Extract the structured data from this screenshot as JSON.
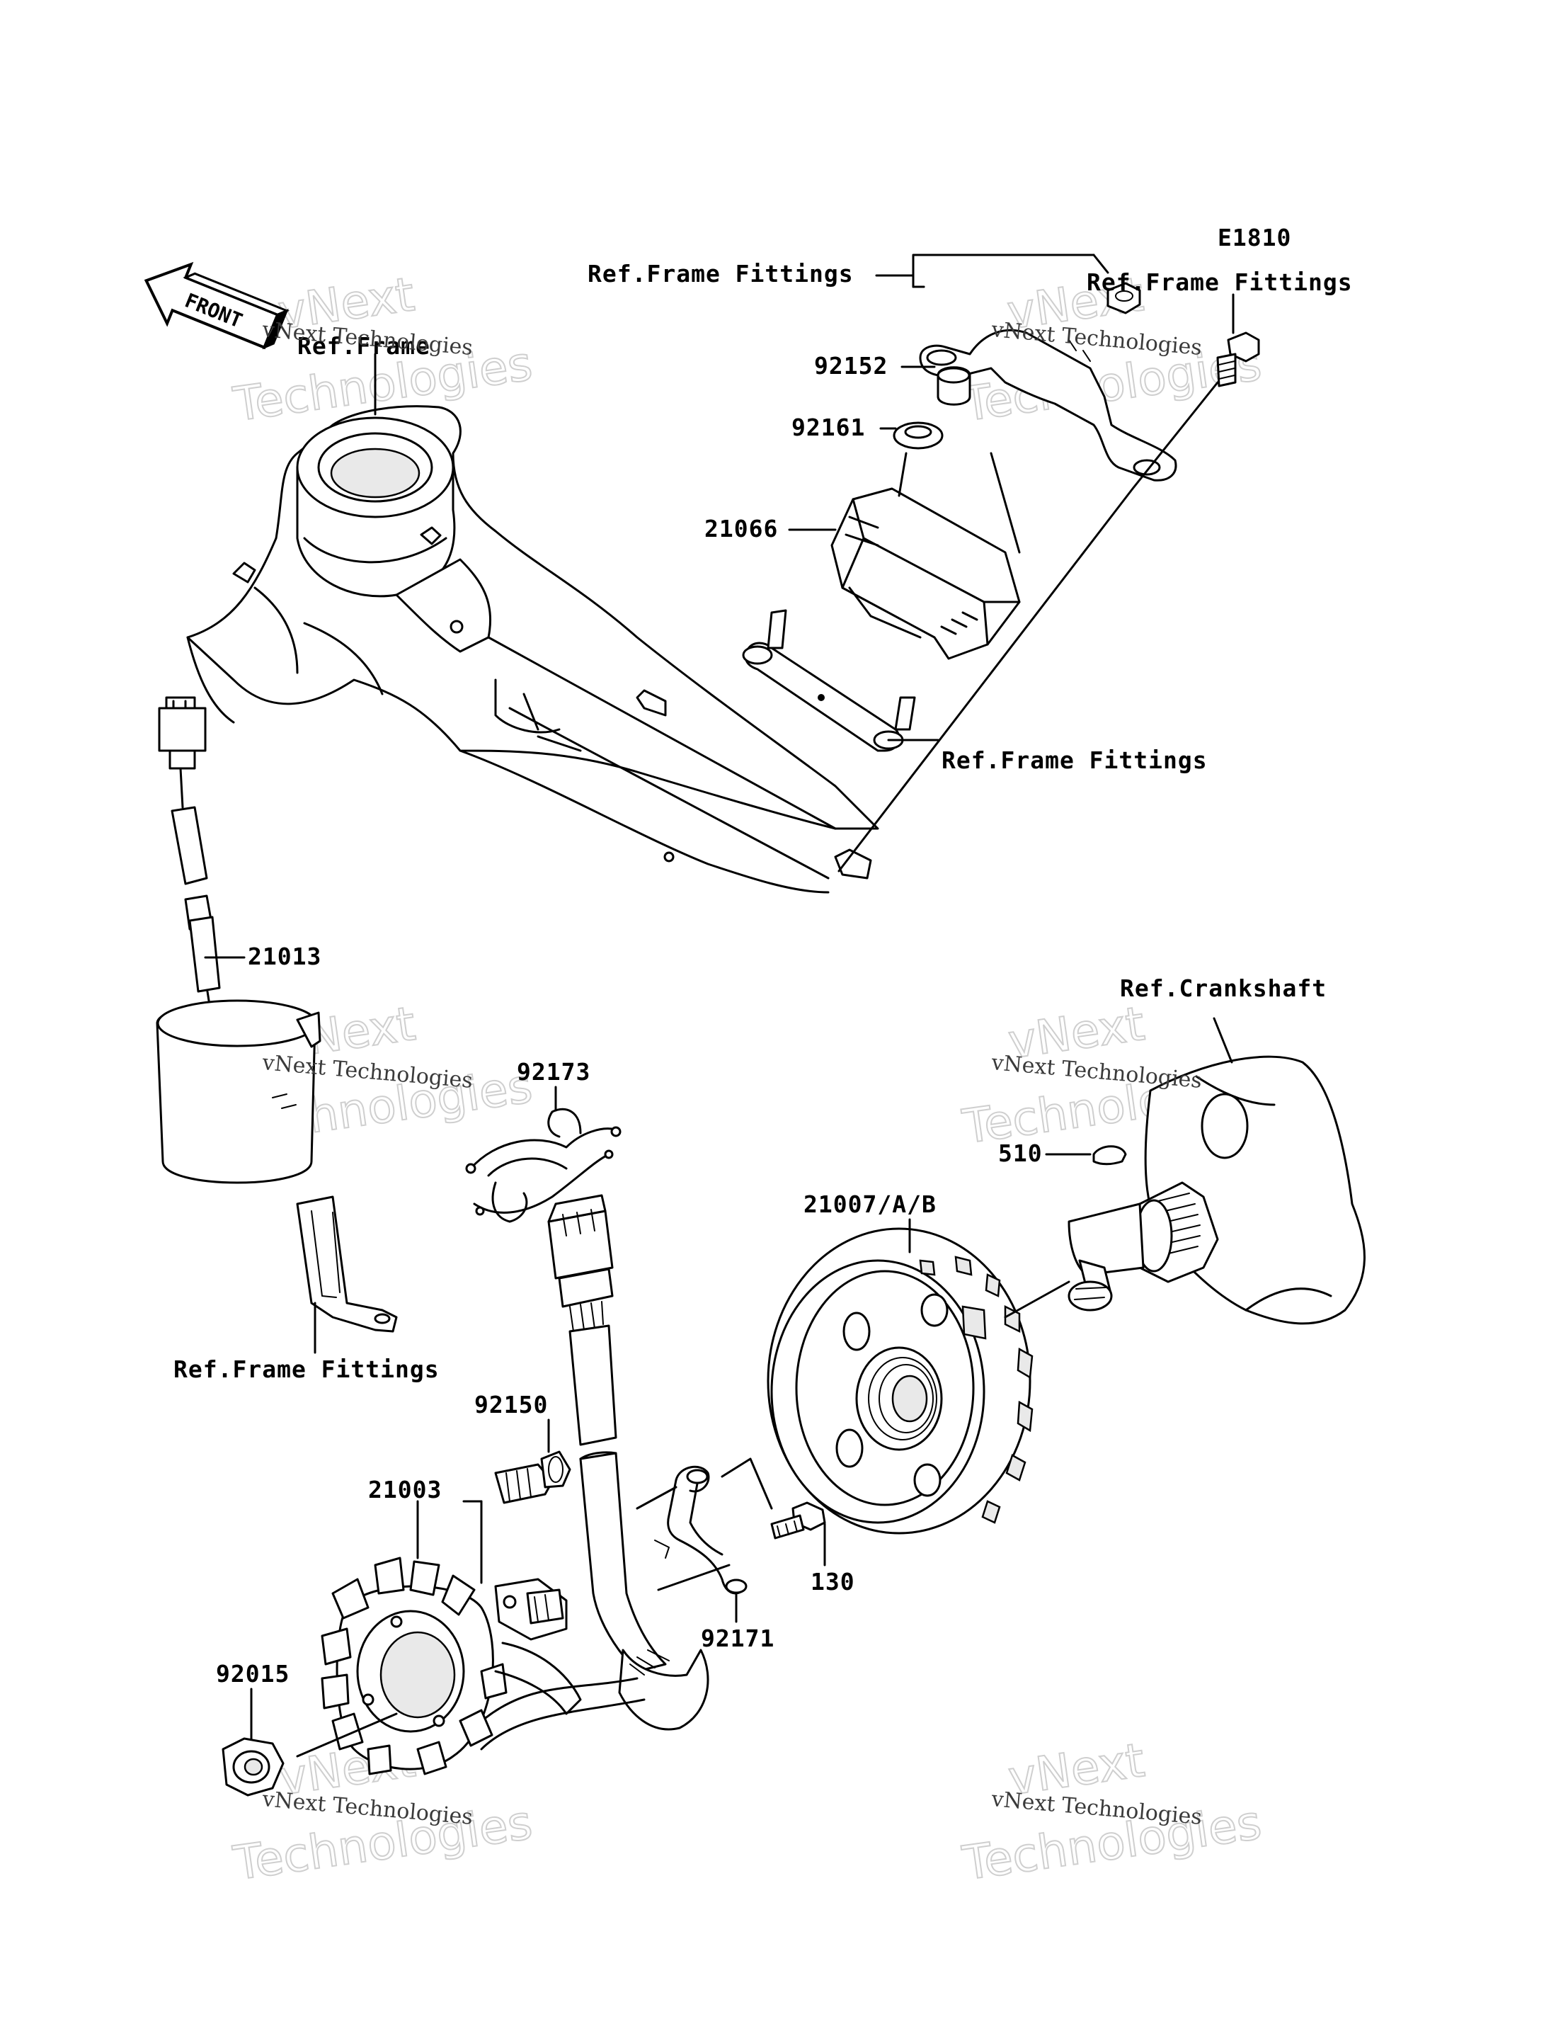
{
  "diagram": {
    "code": "E1810",
    "front_label": "FRONT",
    "callouts": {
      "ref_frame": "Ref.Frame",
      "ref_frame_fittings_top": "Ref.Frame Fittings",
      "ref_frame_fittings_right": "Ref.Frame Fittings",
      "ref_frame_fittings_mid": "Ref.Frame Fittings",
      "ref_frame_fittings_left": "Ref.Frame Fittings",
      "ref_crankshaft": "Ref.Crankshaft",
      "p92152": "92152",
      "p92161": "92161",
      "p21066": "21066",
      "p21013": "21013",
      "p92173": "92173",
      "p510": "510",
      "p21007": "21007/A/B",
      "p92150": "92150",
      "p21003": "21003",
      "p130": "130",
      "p92171": "92171",
      "p92015": "92015"
    },
    "watermark": {
      "brand": "vNext",
      "line": "vNext Technologies",
      "word": "Technologies"
    }
  }
}
